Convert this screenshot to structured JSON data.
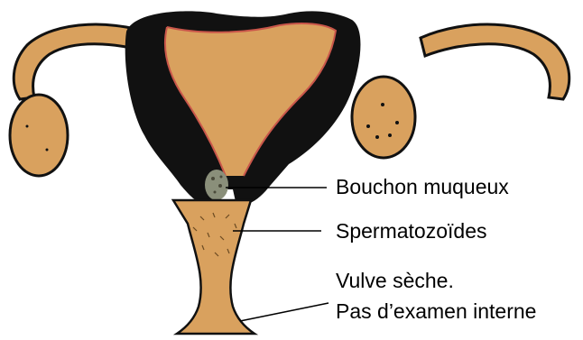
{
  "colors": {
    "tissue": "#D9A15E",
    "wall": "#111111",
    "lining": "#C9564A",
    "speckle": "#6B4A22",
    "mucus_plug": "#8A8F7A",
    "leader": "#000000"
  },
  "labels": {
    "mucus_plug": "Bouchon muqueux",
    "sperm": "Spermatozoïdes",
    "vulva_line1": "Vulve sèche.",
    "vulva_line2": "Pas d’examen interne"
  }
}
